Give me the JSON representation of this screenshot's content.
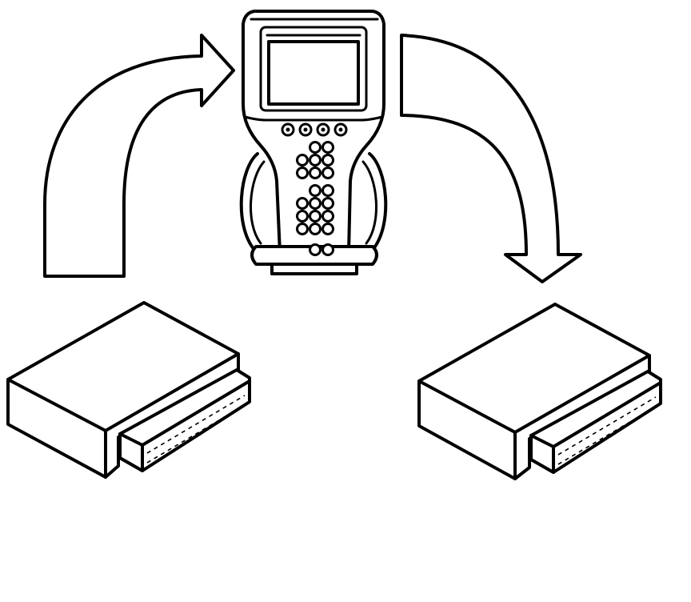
{
  "colors": {
    "line": "#000000",
    "fill": "#ffffff",
    "background": "#ffffff"
  },
  "icons": {
    "scan_tool": "handheld-scan-tool-icon",
    "source_module": "control-module-icon",
    "target_module": "control-module-icon",
    "upload_arrow": "curved-arrow-icon",
    "download_arrow": "curved-arrow-icon"
  },
  "keypad": {
    "function_key_count": 4,
    "key_rows": [
      2,
      3,
      3,
      2,
      3,
      3,
      3,
      2
    ]
  }
}
